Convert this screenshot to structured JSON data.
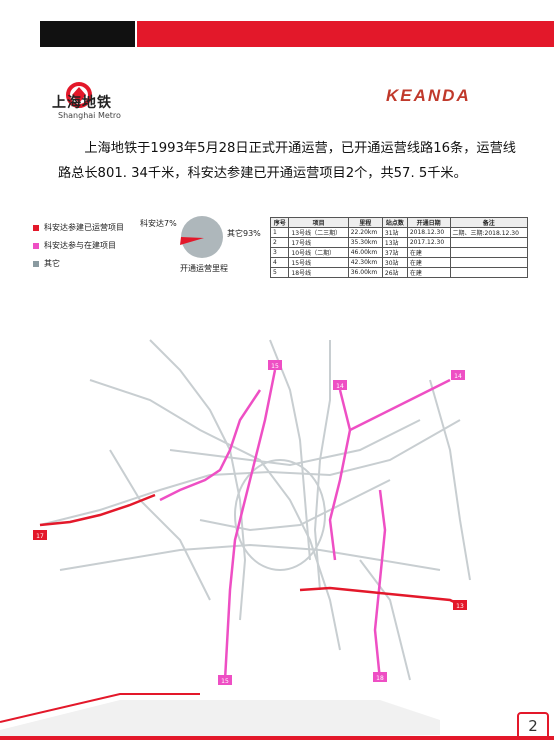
{
  "header": {
    "brand_en": "KEANDA"
  },
  "metro_logo": {
    "name": "上海地铁",
    "name_en": "Shanghai Metro"
  },
  "intro": "上海地铁于1993年5月28日正式开通运营，已开通运营线路16条，运营线路总长801. 34千米，科安达参建已开通运营项目2个，共57. 5千米。",
  "legend": [
    {
      "label": "科安达参建已运营项目",
      "color": "#e3182a"
    },
    {
      "label": "科安达参与在建项目",
      "color": "#ee4fc4"
    },
    {
      "label": "其它",
      "color": "#8a9aa0"
    }
  ],
  "pie": {
    "caption": "开通运营里程",
    "slices": [
      {
        "label": "科安达7%",
        "value": 7,
        "color": "#e3182a"
      },
      {
        "label": "其它93%",
        "value": 93,
        "color": "#aeb7bb"
      }
    ]
  },
  "table": {
    "headers": [
      "序号",
      "项目",
      "里程",
      "站点数",
      "开通日期",
      "备注"
    ],
    "rows": [
      [
        "1",
        "13号线（二三期）",
        "22.20km",
        "31站",
        "2018.12.30",
        "二期、三期:2018.12.30"
      ],
      [
        "2",
        "17号线",
        "35.30km",
        "13站",
        "2017.12.30",
        ""
      ],
      [
        "3",
        "10号线（二期）",
        "46.00km",
        "37站",
        "在建",
        ""
      ],
      [
        "4",
        "15号线",
        "42.30km",
        "30站",
        "在建",
        ""
      ],
      [
        "5",
        "18号线",
        "36.00km",
        "26站",
        "在建",
        ""
      ]
    ]
  },
  "map_badges": [
    "17",
    "13",
    "15",
    "14",
    "18",
    "14",
    "15"
  ],
  "page_number": "2",
  "colors": {
    "red": "#e3182a",
    "pink": "#ee4fc4",
    "gray": "#aeb7bb"
  }
}
